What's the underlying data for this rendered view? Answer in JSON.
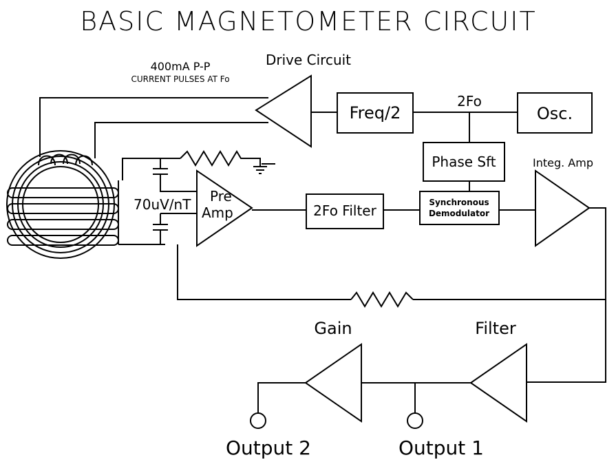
{
  "title": "BASIC MAGNETOMETER CIRCUIT",
  "annotations": {
    "current_line1": "400mA P-P",
    "current_line2": "CURRENT PULSES AT Fo",
    "sensitivity": "70uV/nT"
  },
  "blocks": {
    "drive_circuit": "Drive Circuit",
    "freq_div": "Freq/2",
    "two_fo": "2Fo",
    "osc": "Osc.",
    "phase_shift": "Phase Sft",
    "integ_amp": "Integ. Amp",
    "preamp_line1": "Pre",
    "preamp_line2": "Amp",
    "two_fo_filter": "2Fo Filter",
    "sync_line1": "Synchronous",
    "sync_line2": "Demodulator",
    "gain": "Gain",
    "filter": "Filter"
  },
  "outputs": {
    "output_1": "Output 1",
    "output_2": "Output 2"
  }
}
